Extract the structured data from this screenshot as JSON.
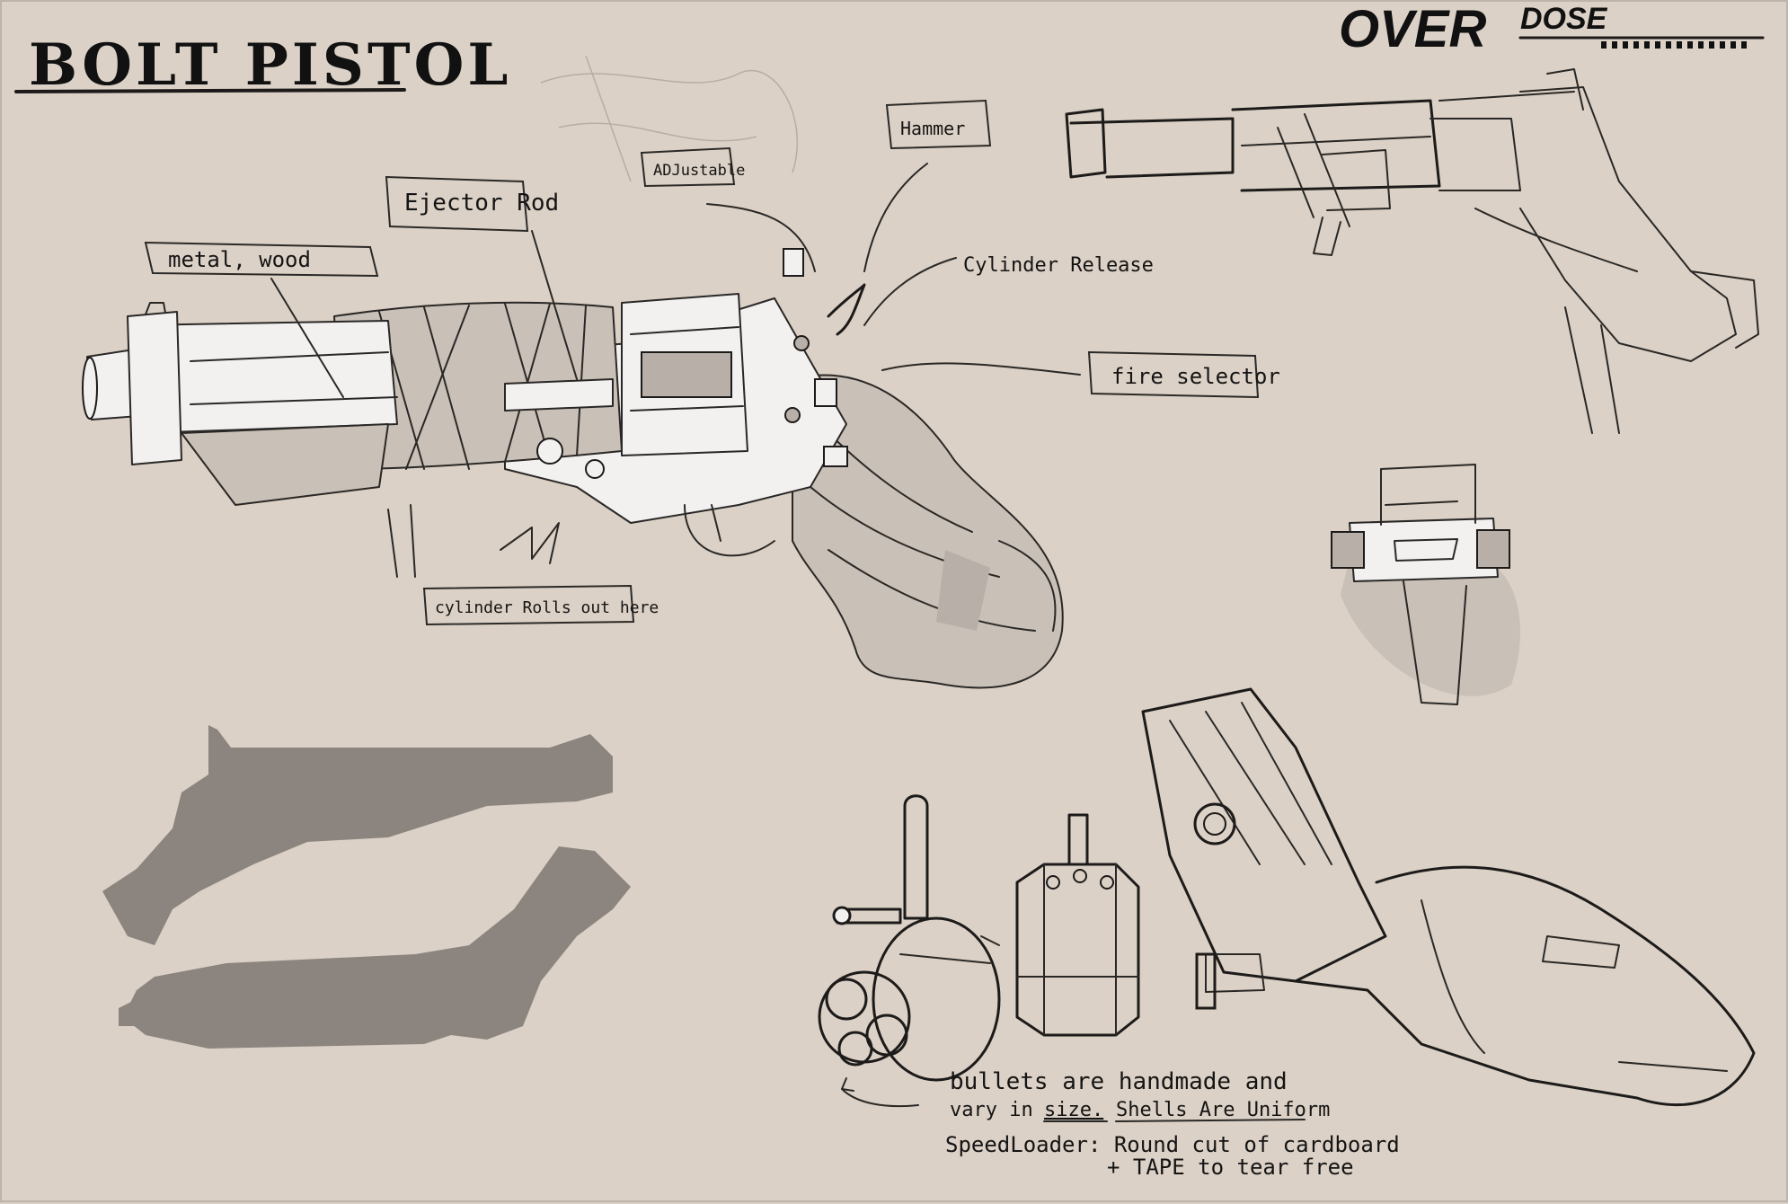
{
  "sheet": {
    "title": "BOLT PISTOL",
    "logo": {
      "main": "OVER",
      "accent": "DOSE"
    }
  },
  "callouts": [
    {
      "text": "metal, wood"
    },
    {
      "text": "Ejector Rod"
    },
    {
      "text": "ADJustable"
    },
    {
      "text": "Hammer"
    },
    {
      "text": "Cylinder Release"
    },
    {
      "text": "fire selector"
    },
    {
      "text": "cylinder Rolls out here"
    }
  ],
  "notes": {
    "line1": "bullets are handmade and",
    "line2_a": "vary in",
    "line2_b": "size.",
    "line2_c": "Shells Are Uniform",
    "line3": "SpeedLoader: Round cut of cardboard",
    "line4": "+ TAPE to tear free"
  },
  "colors": {
    "paper": "#dbd1c6",
    "ink": "#1d1b1a",
    "silhouette": "#8c857f"
  }
}
